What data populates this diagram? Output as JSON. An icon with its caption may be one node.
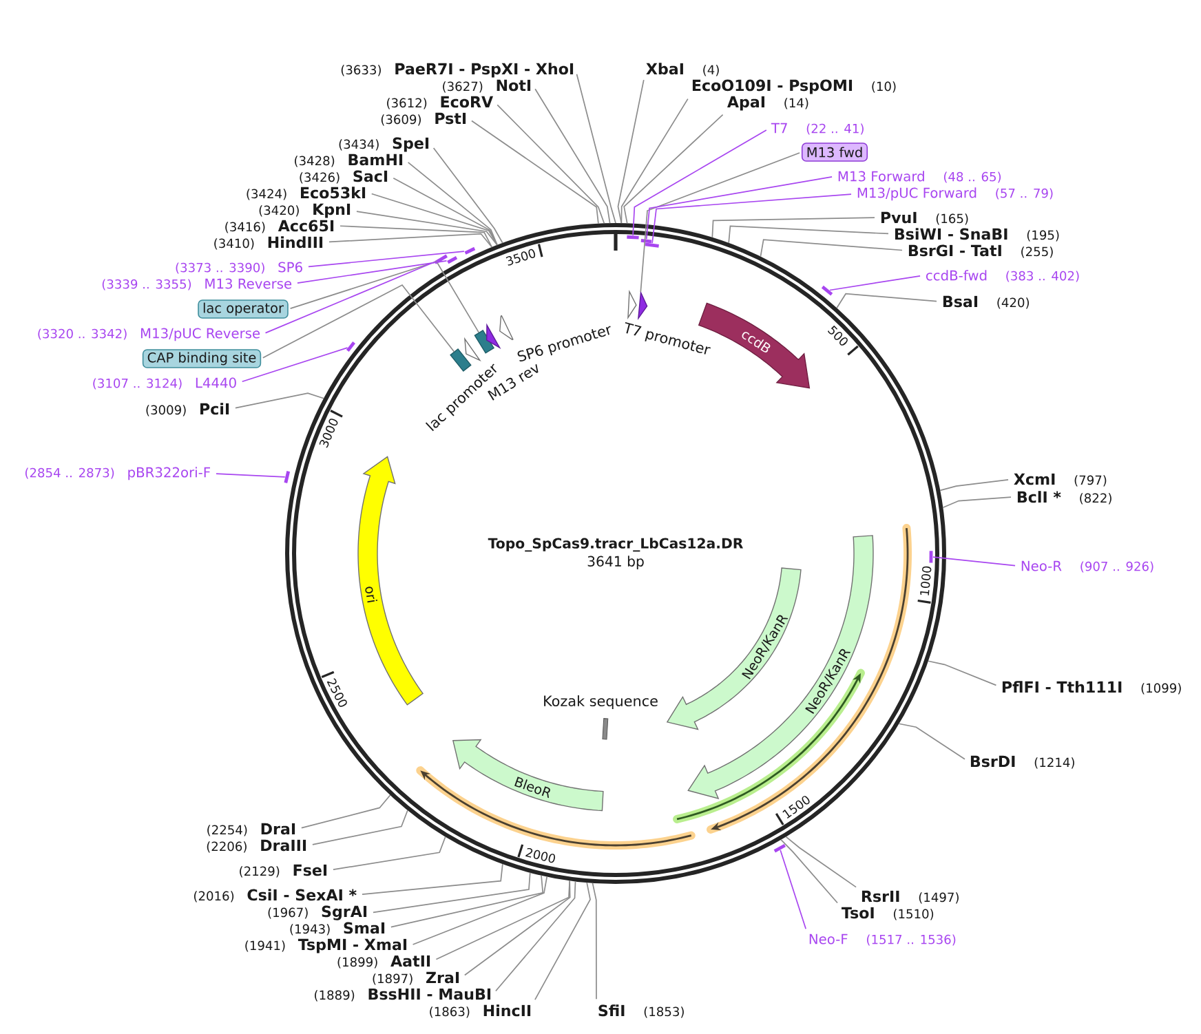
{
  "diagram": {
    "nodes": [
      {
        "text": [
          "Topo_SpCas9.tracr_LbCas12a.DR",
          "3641 bp"
        ]
      },
      {
        "text": [],
        "shape": "arrow",
        "in": 0,
        "beside": [
          "T7 promoter"
        ]
      },
      {
        "text": [],
        "shape": "arrow",
        "in": 0
      },
      {
        "text": [
          "ccdB"
        ],
        "in": 0
      },
      {
        "text": [
          "NeoR/KanR"
        ],
        "in": 0
      },
      {
        "text": [
          "NeoR/KanR"
        ],
        "in": 0
      },
      {
        "text": [],
        "shape": "bar",
        "in": 0,
        "beside": [
          "Kozak sequence"
        ]
      },
      {
        "text": [
          "BleoR"
        ],
        "in": 0
      },
      {
        "text": [
          "ori"
        ],
        "in": 0
      },
      {
        "text": [],
        "shape": "box",
        "in": 0
      },
      {
        "text": [],
        "shape": "arrow",
        "in": 0,
        "beside": [
          "lac promoter"
        ]
      },
      {
        "text": [],
        "shape": "box",
        "in": 0
      },
      {
        "text": [],
        "shape": "arrow",
        "in": 0,
        "beside": [
          "M13 rev"
        ]
      },
      {
        "text": [],
        "shape": "arrow",
        "in": 0,
        "beside": [
          "SP6 promoter"
        ]
      },
      {
        "text": [
          "M13 fwd"
        ]
      },
      {
        "text": [
          "lac operator"
        ]
      },
      {
        "text": [
          "CAP binding site"
        ]
      },
      {
        "text": [
          "PaeR7I - PspXI - XhoI"
        ],
        "beside": [
          "(3633)"
        ]
      },
      {
        "text": [
          "NotI"
        ],
        "beside": [
          "(3627)"
        ]
      },
      {
        "text": [
          "EcoRV"
        ],
        "beside": [
          "(3612)"
        ]
      },
      {
        "text": [
          "PstI"
        ],
        "beside": [
          "(3609)"
        ]
      },
      {
        "text": [
          "SpeI"
        ],
        "beside": [
          "(3434)"
        ]
      },
      {
        "text": [
          "BamHI"
        ],
        "beside": [
          "(3428)"
        ]
      },
      {
        "text": [
          "SacI"
        ],
        "beside": [
          "(3426)"
        ]
      },
      {
        "text": [
          "Eco53kI"
        ],
        "beside": [
          "(3424)"
        ]
      },
      {
        "text": [
          "KpnI"
        ],
        "beside": [
          "(3420)"
        ]
      },
      {
        "text": [
          "Acc65I"
        ],
        "beside": [
          "(3416)"
        ]
      },
      {
        "text": [
          "HindIII"
        ],
        "beside": [
          "(3410)"
        ]
      },
      {
        "text": [
          "PciI"
        ],
        "beside": [
          "(3009)"
        ]
      },
      {
        "text": [
          "XbaI"
        ],
        "beside": [
          "(4)"
        ]
      },
      {
        "text": [
          "EcoO109I - PspOMI"
        ],
        "beside": [
          "(10)"
        ]
      },
      {
        "text": [
          "ApaI"
        ],
        "beside": [
          "(14)"
        ]
      },
      {
        "text": [
          "PvuI"
        ],
        "beside": [
          "(165)"
        ]
      },
      {
        "text": [
          "BsiWI - SnaBI"
        ],
        "beside": [
          "(195)"
        ]
      },
      {
        "text": [
          "BsrGI - TatI"
        ],
        "beside": [
          "(255)"
        ]
      },
      {
        "text": [
          "BsaI"
        ],
        "beside": [
          "(420)"
        ]
      },
      {
        "text": [
          "XcmI"
        ],
        "beside": [
          "(797)"
        ]
      },
      {
        "text": [
          "BclI *"
        ],
        "beside": [
          "(822)"
        ]
      },
      {
        "text": [
          "PflFI - Tth111I"
        ],
        "beside": [
          "(1099)"
        ]
      },
      {
        "text": [
          "BsrDI"
        ],
        "beside": [
          "(1214)"
        ]
      },
      {
        "text": [
          "RsrII"
        ],
        "beside": [
          "(1497)"
        ]
      },
      {
        "text": [
          "TsoI"
        ],
        "beside": [
          "(1510)"
        ]
      },
      {
        "text": [
          "SfiI"
        ],
        "beside": [
          "(1853)"
        ]
      },
      {
        "text": [
          "HincII"
        ],
        "beside": [
          "(1863)"
        ]
      },
      {
        "text": [
          "BssHII - MauBI"
        ],
        "beside": [
          "(1889)"
        ]
      },
      {
        "text": [
          "ZraI"
        ],
        "beside": [
          "(1897)"
        ]
      },
      {
        "text": [
          "AatII"
        ],
        "beside": [
          "(1899)"
        ]
      },
      {
        "text": [
          "TspMI - XmaI"
        ],
        "beside": [
          "(1941)"
        ]
      },
      {
        "text": [
          "SmaI"
        ],
        "beside": [
          "(1943)"
        ]
      },
      {
        "text": [
          "SgrAI"
        ],
        "beside": [
          "(1967)"
        ]
      },
      {
        "text": [
          "CsiI - SexAI *"
        ],
        "beside": [
          "(2016)"
        ]
      },
      {
        "text": [
          "FseI"
        ],
        "beside": [
          "(2129)"
        ]
      },
      {
        "text": [
          "DraIII"
        ],
        "beside": [
          "(2206)"
        ]
      },
      {
        "text": [
          "DraI"
        ],
        "beside": [
          "(2254)"
        ]
      },
      {
        "text": [
          "T7"
        ],
        "beside": [
          "(22 .. 41)"
        ]
      },
      {
        "text": [
          "M13 Forward"
        ],
        "beside": [
          "(48 .. 65)"
        ]
      },
      {
        "text": [
          "M13/pUC Forward"
        ],
        "beside": [
          "(57 .. 79)"
        ]
      },
      {
        "text": [
          "ccdB-fwd"
        ],
        "beside": [
          "(383 .. 402)"
        ]
      },
      {
        "text": [
          "Neo-R"
        ],
        "beside": [
          "(907 .. 926)"
        ]
      },
      {
        "text": [
          "Neo-F"
        ],
        "beside": [
          "(1517 .. 1536)"
        ]
      },
      {
        "text": [
          "pBR322ori-F"
        ],
        "beside": [
          "(2854 .. 2873)"
        ]
      },
      {
        "text": [
          "L4440"
        ],
        "beside": [
          "(3107 .. 3124)"
        ]
      },
      {
        "text": [
          "M13/pUC Reverse"
        ],
        "beside": [
          "(3320 .. 3342)"
        ]
      },
      {
        "text": [
          "M13 Reverse"
        ],
        "beside": [
          "(3339 .. 3355)"
        ]
      },
      {
        "text": [
          "SP6"
        ],
        "beside": [
          "(3373 .. 3390)"
        ]
      },
      {
        "text": [],
        "shape": "bar",
        "in": 0
      },
      {
        "text": [],
        "shape": "bar",
        "in": 0
      },
      {
        "text": [],
        "shape": "bar",
        "in": 0
      },
      {
        "text": [],
        "shape": "bar"
      },
      {
        "text": [],
        "shape": "bar",
        "in": 0
      },
      {
        "text": [],
        "shape": "bar"
      },
      {
        "text": [],
        "shape": "bar"
      },
      {
        "text": [],
        "shape": "bar"
      },
      {
        "text": [],
        "shape": "bar"
      },
      {
        "text": [],
        "shape": "bar"
      },
      {
        "text": [],
        "shape": "bar"
      }
    ],
    "edges": [
      {
        "from": 14,
        "to": 2,
        "arrow": "none"
      },
      {
        "from": 15,
        "to": 11,
        "arrow": "none"
      },
      {
        "from": 16,
        "to": 9,
        "arrow": "none"
      },
      {
        "from": 17,
        "to": 0,
        "arrow": "none"
      },
      {
        "from": 18,
        "to": 0,
        "arrow": "none"
      },
      {
        "from": 19,
        "to": 0,
        "arrow": "none"
      },
      {
        "from": 20,
        "to": 0,
        "arrow": "none"
      },
      {
        "from": 21,
        "to": 0,
        "arrow": "none"
      },
      {
        "from": 22,
        "to": 0,
        "arrow": "none"
      },
      {
        "from": 23,
        "to": 0,
        "arrow": "none"
      },
      {
        "from": 24,
        "to": 0,
        "arrow": "none"
      },
      {
        "from": 25,
        "to": 0,
        "arrow": "none"
      },
      {
        "from": 26,
        "to": 0,
        "arrow": "none"
      },
      {
        "from": 27,
        "to": 0,
        "arrow": "none"
      },
      {
        "from": 28,
        "to": 0,
        "arrow": "none"
      },
      {
        "from": 29,
        "to": 0,
        "arrow": "none"
      },
      {
        "from": 30,
        "to": 0,
        "arrow": "none"
      },
      {
        "from": 31,
        "to": 0,
        "arrow": "none"
      },
      {
        "from": 32,
        "to": 0,
        "arrow": "none"
      },
      {
        "from": 33,
        "to": 0,
        "arrow": "none"
      },
      {
        "from": 34,
        "to": 0,
        "arrow": "none"
      },
      {
        "from": 35,
        "to": 0,
        "arrow": "none"
      },
      {
        "from": 36,
        "to": 0,
        "arrow": "none"
      },
      {
        "from": 37,
        "to": 0,
        "arrow": "none"
      },
      {
        "from": 38,
        "to": 0,
        "arrow": "none"
      },
      {
        "from": 39,
        "to": 0,
        "arrow": "none"
      },
      {
        "from": 40,
        "to": 0,
        "arrow": "none"
      },
      {
        "from": 41,
        "to": 0,
        "arrow": "none"
      },
      {
        "from": 42,
        "to": 0,
        "arrow": "none"
      },
      {
        "from": 43,
        "to": 0,
        "arrow": "none"
      },
      {
        "from": 44,
        "to": 0,
        "arrow": "none"
      },
      {
        "from": 45,
        "to": 0,
        "arrow": "none"
      },
      {
        "from": 46,
        "to": 0,
        "arrow": "none"
      },
      {
        "from": 47,
        "to": 0,
        "arrow": "none"
      },
      {
        "from": 48,
        "to": 0,
        "arrow": "none"
      },
      {
        "from": 49,
        "to": 0,
        "arrow": "none"
      },
      {
        "from": 50,
        "to": 0,
        "arrow": "none"
      },
      {
        "from": 51,
        "to": 0,
        "arrow": "none"
      },
      {
        "from": 52,
        "to": 0,
        "arrow": "none"
      },
      {
        "from": 53,
        "to": 0,
        "arrow": "none"
      },
      {
        "from": 54,
        "to": 65,
        "arrow": "none",
        "color": "#a846f0"
      },
      {
        "from": 55,
        "to": 66,
        "arrow": "none",
        "color": "#a846f0"
      },
      {
        "from": 56,
        "to": 67,
        "arrow": "none",
        "color": "#a846f0"
      },
      {
        "from": 57,
        "to": 68,
        "arrow": "none",
        "color": "#a846f0"
      },
      {
        "from": 58,
        "to": 69,
        "arrow": "none",
        "color": "#a846f0"
      },
      {
        "from": 59,
        "to": 70,
        "arrow": "none",
        "color": "#a846f0"
      },
      {
        "from": 60,
        "to": 71,
        "arrow": "none",
        "color": "#a846f0"
      },
      {
        "from": 61,
        "to": 72,
        "arrow": "none",
        "color": "#a846f0"
      },
      {
        "from": 62,
        "to": 73,
        "arrow": "none",
        "color": "#a846f0"
      },
      {
        "from": 63,
        "to": 74,
        "arrow": "none",
        "color": "#a846f0"
      },
      {
        "from": 64,
        "to": 75,
        "arrow": "none",
        "color": "#a846f0"
      }
    ],
    "labels": [
      "3500",
      "500",
      "3000",
      "1000",
      "2500",
      "1500",
      "2000"
    ]
  }
}
